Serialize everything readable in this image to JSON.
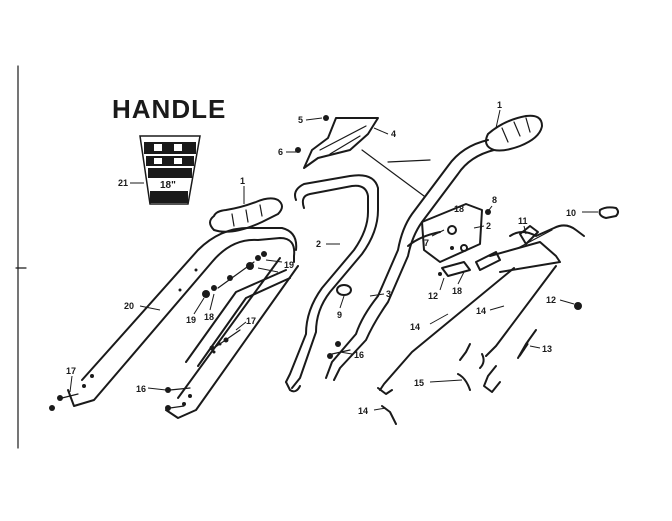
{
  "diagram": {
    "title": "HANDLE",
    "label_card": {
      "size_text": "18\"",
      "sub_text": ""
    },
    "callouts": {
      "c1": "1",
      "c1b": "1",
      "c2": "2",
      "c2b": "2",
      "c3": "3",
      "c4": "4",
      "c5": "5",
      "c6": "6",
      "c7": "7",
      "c8": "8",
      "c9": "9",
      "c10": "10",
      "c11": "11",
      "c12a": "12",
      "c12b": "12",
      "c13": "13",
      "c14a": "14",
      "c14b": "14",
      "c15": "15",
      "c16a": "16",
      "c16b": "16",
      "c17a": "17",
      "c17b": "17",
      "c18a": "18",
      "c18b": "18",
      "c18c": "18",
      "c19a": "19",
      "c19b": "19",
      "c20": "20",
      "c21": "21",
      "c14c": "14"
    }
  }
}
